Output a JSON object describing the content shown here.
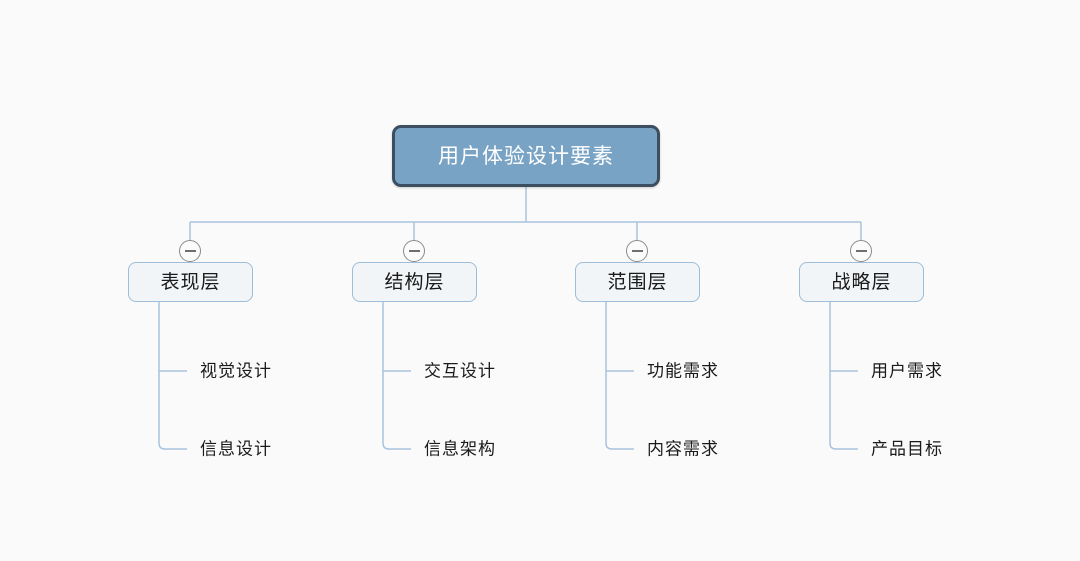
{
  "diagram": {
    "title": "用户体验设计要素",
    "type": "mind-map",
    "background_color": "#fafafa",
    "root": {
      "label": "用户体验设计要素",
      "fill_color": "#79a3c4",
      "border_color": "#3c4f61",
      "text_color": "#ffffff"
    },
    "connector_color": "#a8c4dd",
    "toggle_icon": "minus-circle-icon",
    "branches": [
      {
        "label": "表现层",
        "expanded": true,
        "children": [
          {
            "label": "视觉设计"
          },
          {
            "label": "信息设计"
          }
        ]
      },
      {
        "label": "结构层",
        "expanded": true,
        "children": [
          {
            "label": "交互设计"
          },
          {
            "label": "信息架构"
          }
        ]
      },
      {
        "label": "范围层",
        "expanded": true,
        "children": [
          {
            "label": "功能需求"
          },
          {
            "label": "内容需求"
          }
        ]
      },
      {
        "label": "战略层",
        "expanded": true,
        "children": [
          {
            "label": "用户需求"
          },
          {
            "label": "产品目标"
          }
        ]
      }
    ]
  }
}
